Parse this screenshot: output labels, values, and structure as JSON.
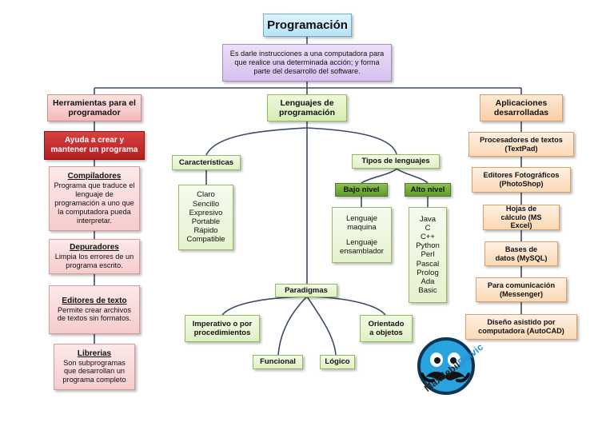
{
  "title": "Programación",
  "definition": "Es darle instrucciones  a una computadora para que realice una determinada acción; y forma parte del desarrollo del software.",
  "herramientas": {
    "heading": "Herramientas para el programador",
    "intro": "Ayuda a crear y mantener un programa",
    "items": [
      {
        "title": "Compiladores",
        "text": "Programa que traduce el lenguaje de programación a uno que la computadora pueda interpretar."
      },
      {
        "title": "Depuradores",
        "text": "Limpia los errores de un programa escrito."
      },
      {
        "title": "Editores de texto",
        "text": "Permite crear archivos de textos sin formatos."
      },
      {
        "title": "Librerias",
        "text": "Son subprogramas que desarrollan un programa completo"
      }
    ]
  },
  "lenguajes": {
    "heading": "Lenguajes de programación",
    "caracteristicas": {
      "label": "Características",
      "items": [
        "Claro",
        "Sencillo",
        "Expresivo",
        "Portable",
        "Rápido",
        "Compatible"
      ]
    },
    "tipos": {
      "label": "Tipos de lenguajes",
      "bajo": {
        "label": "Bajo nivel",
        "items": [
          "Lenguaje maquina",
          "Lenguaje ensamblador"
        ]
      },
      "alto": {
        "label": "Alto nivel",
        "items": [
          "Java",
          "C",
          "C++",
          "Python",
          "Perl",
          "Pascal",
          "Prolog",
          "Ada",
          "Basic"
        ]
      }
    },
    "paradigmas": {
      "label": "Paradigmas",
      "items": [
        "Imperativo o por procedimientos",
        "Funcional",
        "Lógico",
        "Orientado a objetos"
      ]
    }
  },
  "aplicaciones": {
    "heading": "Aplicaciones desarrolladas",
    "items": [
      "Procesadores de textos (TextPad)",
      "Editores Fotográficos (PhotoShop)",
      "Hojas de cálculo (MS Excel)",
      "Bases de datos (MySQL)",
      "Para comunicación (Messenger)",
      "Diseño asistido por computadora (AutoCAD)"
    ]
  },
  "logo": {
    "text_main": "Maxdebil",
    "text_accent": "Deivic"
  },
  "colors": {
    "line": "#3b4a6b",
    "logo_blue": "#29a3e0"
  }
}
